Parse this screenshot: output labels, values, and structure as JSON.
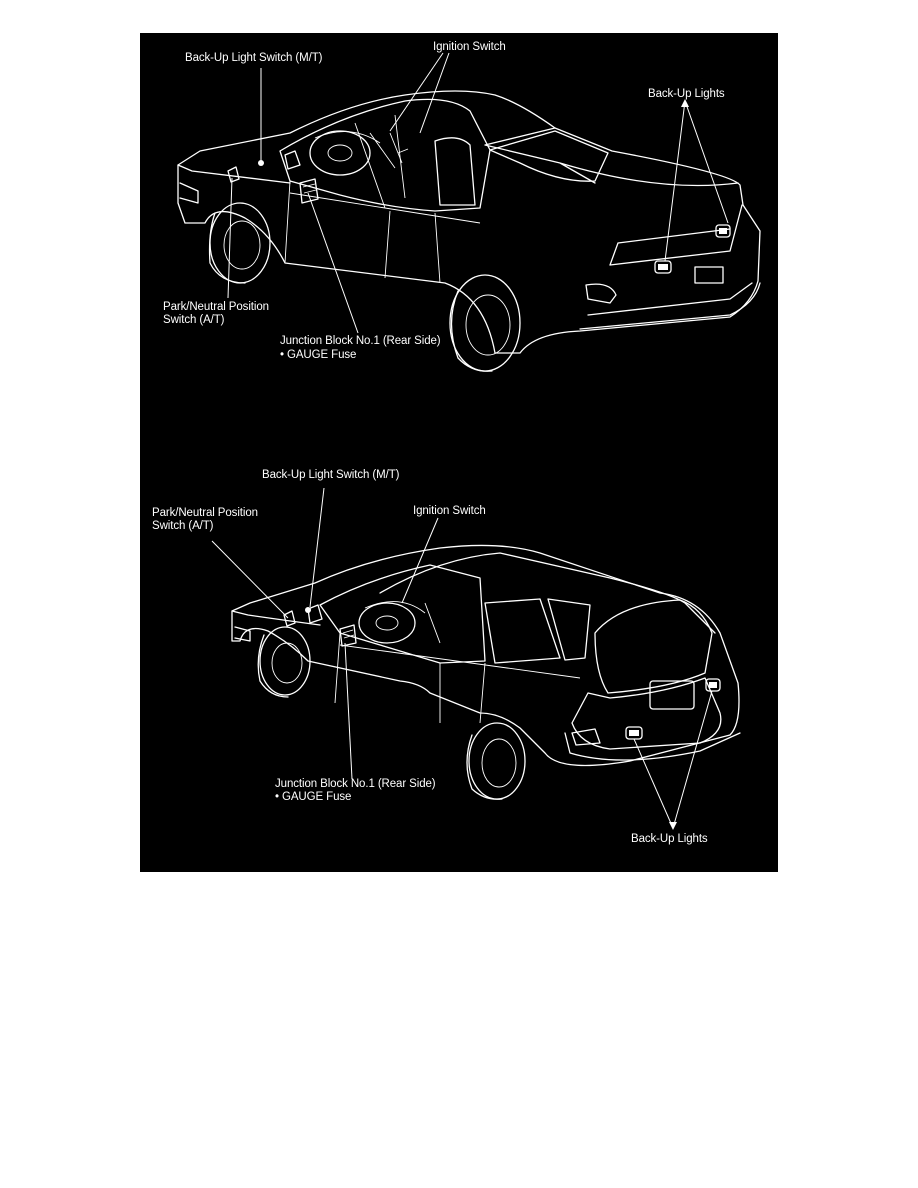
{
  "sedan": {
    "backup_switch": "Back-Up Light Switch (M/T)",
    "ignition_switch": "Ignition Switch",
    "backup_lights": "Back-Up Lights",
    "park_neutral_line1": "Park/Neutral Position",
    "park_neutral_line2": "Switch (A/T)",
    "junction_line1": "Junction Block No.1 (Rear Side)",
    "junction_line2": "• GAUGE Fuse"
  },
  "wagon": {
    "backup_switch": "Back-Up Light Switch (M/T)",
    "park_neutral_line1": "Park/Neutral Position",
    "park_neutral_line2": "Switch (A/T)",
    "ignition_switch": "Ignition Switch",
    "junction_line1": "Junction Block No.1 (Rear Side)",
    "junction_line2": "• GAUGE Fuse",
    "backup_lights": "Back-Up Lights"
  },
  "colors": {
    "background": "#000000",
    "line": "#ffffff",
    "page": "#ffffff"
  }
}
